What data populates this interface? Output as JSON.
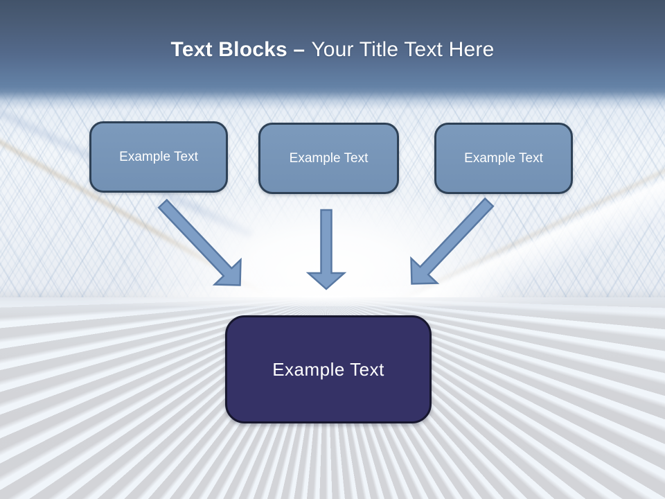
{
  "slide": {
    "title": {
      "bold": "Text Blocks –",
      "regular": "Your Title Text Here"
    },
    "blocks": [
      {
        "label": "Example Text"
      },
      {
        "label": "Example Text"
      },
      {
        "label": "Example Text"
      }
    ],
    "result_block": {
      "label": "Example Text"
    },
    "icons": {
      "arrows": [
        "diagonal-arrow-down-right",
        "straight-arrow-down",
        "diagonal-arrow-down-left"
      ]
    },
    "colors": {
      "header_top": "#42536a",
      "header_bottom": "#6482a6",
      "title_color": "#ffffff",
      "block_fill": "#7391b4",
      "block_border": "#2e4156",
      "block_text": "#ffffff",
      "arrow_fill": "#7e9ec6",
      "arrow_stroke": "#5878a2",
      "result_fill": "#353266",
      "result_border": "#17172e",
      "result_text": "#ffffff"
    }
  }
}
